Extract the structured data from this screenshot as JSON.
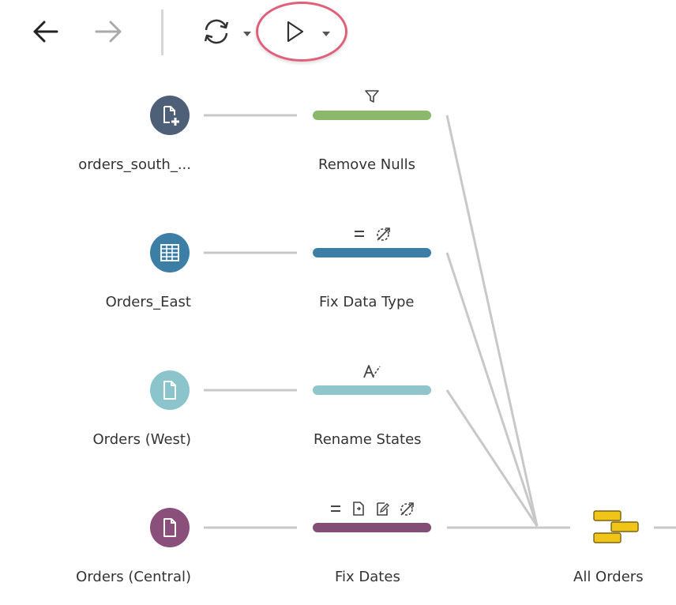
{
  "toolbar": {
    "back_icon": "arrow-left-icon",
    "forward_icon": "arrow-right-icon",
    "refresh_icon": "refresh-icon",
    "run_icon": "play-icon"
  },
  "colors": {
    "connector": "#c8c8c8",
    "highlight": "#e0607a",
    "union": "#f0c419"
  },
  "flow": {
    "inputs": [
      {
        "label": "orders_south_...",
        "color": "#4e6078",
        "icon": "file-add-icon"
      },
      {
        "label": "Orders_East",
        "color": "#3d7ea6",
        "icon": "table-icon"
      },
      {
        "label": "Orders (West)",
        "color": "#8cc4cb",
        "icon": "file-icon"
      },
      {
        "label": "Orders (Central)",
        "color": "#8a4f7a",
        "icon": "file-icon"
      }
    ],
    "steps": [
      {
        "label": "Remove Nulls",
        "color": "#8cb86c",
        "icons": [
          "filter-icon"
        ]
      },
      {
        "label": "Fix Data Type",
        "color": "#3d7ea6",
        "icons": [
          "equals-icon",
          "change-type-icon"
        ]
      },
      {
        "label": "Rename States",
        "color": "#90c5cc",
        "icons": [
          "rename-icon"
        ]
      },
      {
        "label": "Fix Dates",
        "color": "#824d76",
        "icons": [
          "equals-icon",
          "split-icon",
          "edit-icon",
          "change-type-icon"
        ]
      }
    ],
    "union": {
      "label": "All Orders",
      "icon": "union-icon"
    }
  }
}
